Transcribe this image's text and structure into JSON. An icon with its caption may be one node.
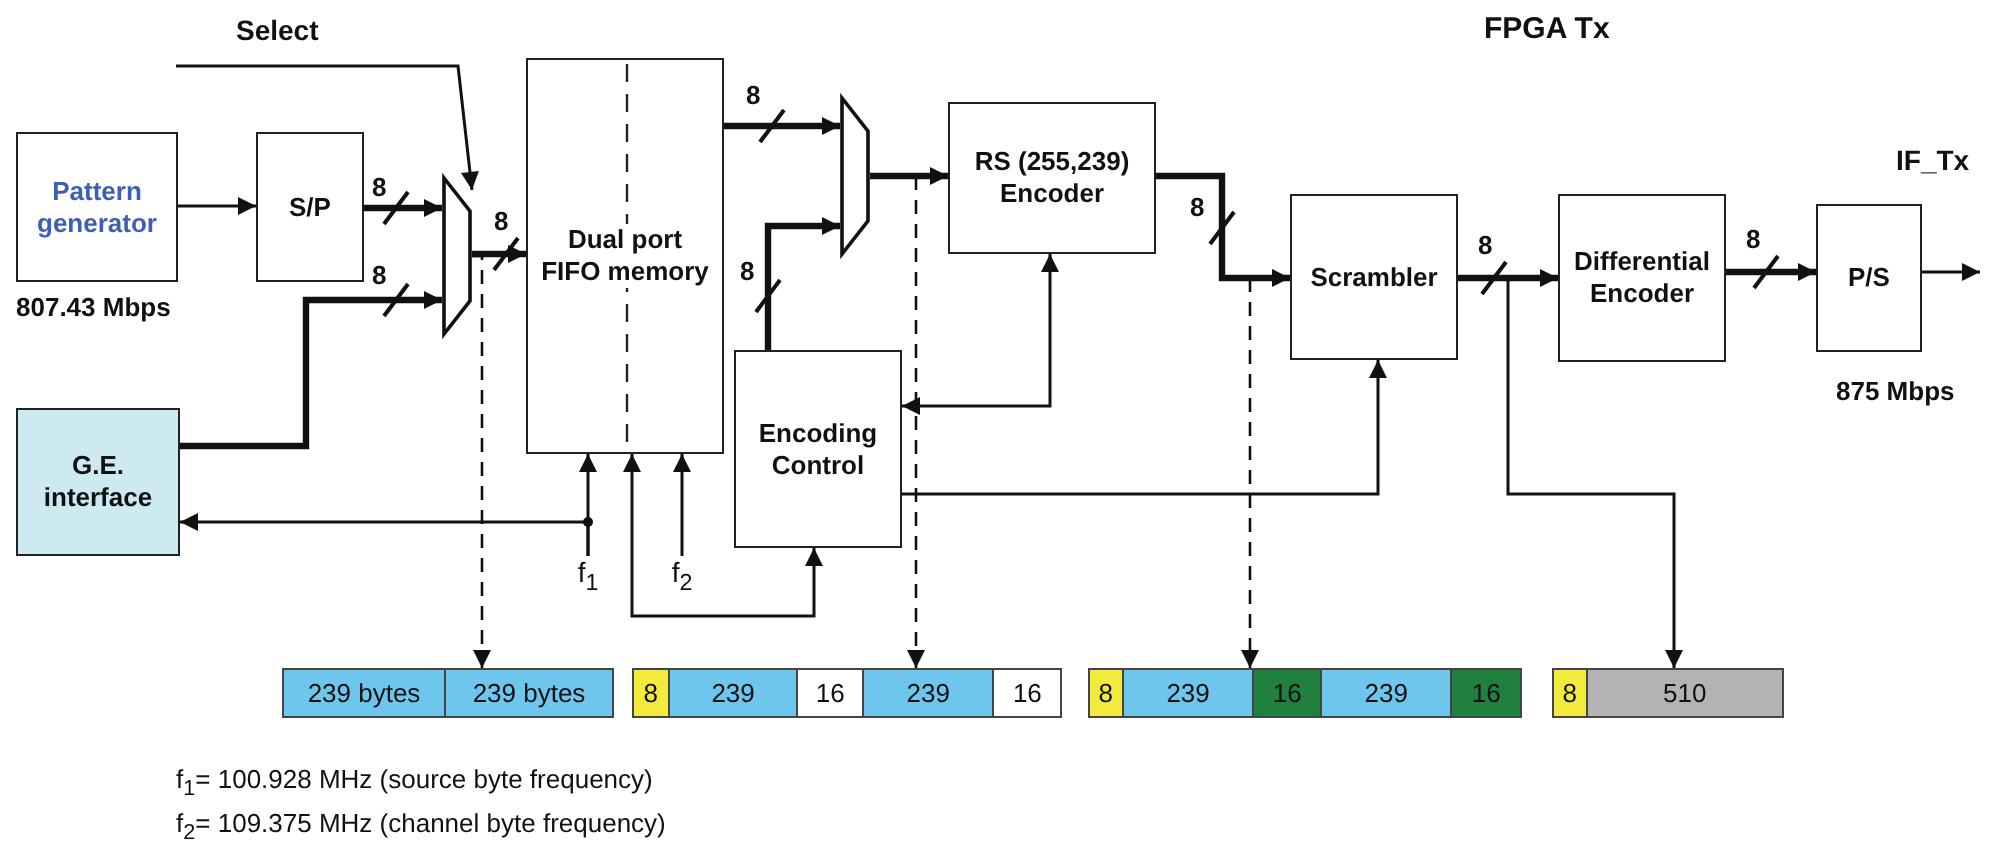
{
  "diagram": {
    "title": "FPGA Tx",
    "nodes": [
      {
        "text": [
          "Pattern generator"
        ],
        "beside": [
          "807.43 Mbps"
        ]
      },
      {
        "text": [
          "S/P"
        ]
      },
      {
        "text": [],
        "shape": "trapezoid"
      },
      {
        "text": [
          "Dual port FIFO memory"
        ]
      },
      {
        "text": [],
        "shape": "trapezoid"
      },
      {
        "text": [
          "RS (255,239) Encoder"
        ]
      },
      {
        "text": [
          "Encoding Control"
        ]
      },
      {
        "text": [
          "Scrambler"
        ]
      },
      {
        "text": [
          "Differential Encoder"
        ]
      },
      {
        "text": [
          "P/S"
        ],
        "beside": [
          "875 Mbps"
        ]
      },
      {
        "text": [
          "G.E. interface"
        ]
      },
      {
        "text": [
          "f$_{1}$"
        ]
      },
      {
        "text": [
          "f$_{2}$"
        ]
      },
      {
        "text": [
          "239 bytes",
          "239 bytes"
        ]
      },
      {
        "text": [
          "8",
          "239",
          "16",
          "239",
          "16"
        ]
      },
      {
        "text": [
          "8",
          "239",
          "16",
          "239",
          "16"
        ]
      },
      {
        "text": [
          "8",
          "510"
        ]
      }
    ],
    "edges": [
      {
        "from": 0,
        "to": 1,
        "arrow": "to"
      },
      {
        "from": 1,
        "to": 2,
        "arrow": "to",
        "label": "8",
        "style": "thick"
      },
      {
        "from": 10,
        "to": 2,
        "arrow": "to",
        "label": "8",
        "style": "thick"
      },
      {
        "from": null,
        "to": 2,
        "arrow": "to",
        "label": "Select"
      },
      {
        "from": 2,
        "to": 3,
        "arrow": "to",
        "label": "8",
        "style": "thick"
      },
      {
        "from": 3,
        "to": 4,
        "arrow": "to",
        "label": "8",
        "style": "thick"
      },
      {
        "from": 6,
        "to": 4,
        "arrow": "to",
        "label": "8",
        "style": "thick"
      },
      {
        "from": 4,
        "to": 5,
        "arrow": "to",
        "style": "thick"
      },
      {
        "from": 5,
        "to": 7,
        "arrow": "to",
        "label": "8",
        "style": "thick"
      },
      {
        "from": 7,
        "to": 8,
        "arrow": "to",
        "label": "8",
        "style": "thick"
      },
      {
        "from": 8,
        "to": 9,
        "arrow": "to",
        "label": "8",
        "style": "thick"
      },
      {
        "from": 9,
        "to": null,
        "arrow": "to",
        "label": "IF_Tx"
      },
      {
        "from": 5,
        "to": 6,
        "arrow": "both"
      },
      {
        "from": 6,
        "to": 7,
        "arrow": "to"
      },
      {
        "from": 11,
        "to": 3,
        "arrow": "to"
      },
      {
        "from": 11,
        "to": 10,
        "arrow": "to"
      },
      {
        "from": 12,
        "to": 3,
        "arrow": "to"
      },
      {
        "from": 3,
        "to": 6,
        "arrow": "both"
      },
      {
        "from": 2,
        "to": 13,
        "arrow": "to",
        "style": "dashed"
      },
      {
        "from": null,
        "to": 14,
        "arrow": "to",
        "style": "dashed"
      },
      {
        "from": null,
        "to": 15,
        "arrow": "to",
        "style": "dashed"
      },
      {
        "from": null,
        "to": 16,
        "arrow": "to"
      }
    ],
    "labels": [
      "f$_{1}$= 100.928 MHz (source byte frequency)",
      "f$_{2}$= 109.375 MHz (channel byte frequency)"
    ]
  }
}
